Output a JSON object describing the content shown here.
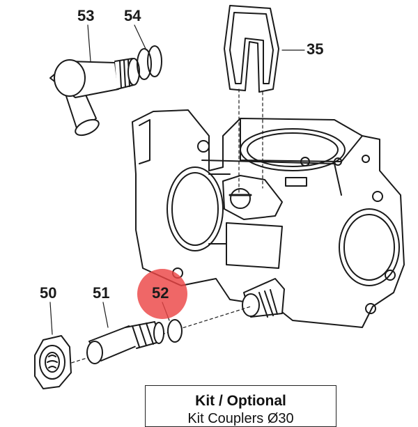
{
  "callouts": {
    "c53": "53",
    "c54": "54",
    "c35": "35",
    "c50": "50",
    "c51": "51",
    "c52": "52"
  },
  "highlighted_part": "52",
  "highlight_color": "#eb4646",
  "kit_box": {
    "title": "Kit / Optional",
    "subtitle": "Kit Couplers Ø30"
  }
}
